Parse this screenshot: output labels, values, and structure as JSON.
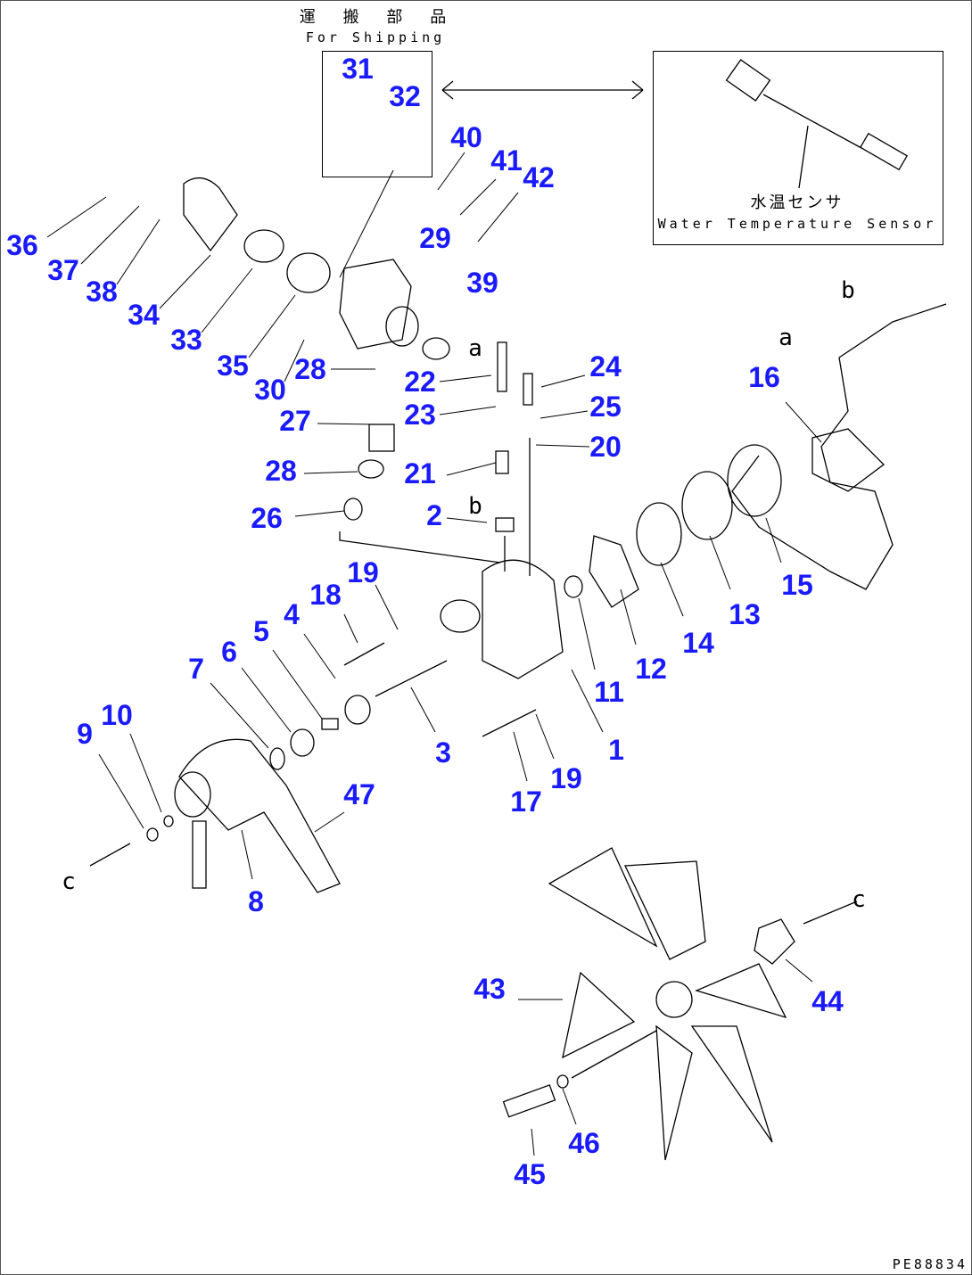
{
  "shipping_caption": {
    "jp": "運 搬 部 品",
    "en": "For Shipping"
  },
  "sensor_caption": {
    "jp": "水温センサ",
    "en": "Water Temperature Sensor"
  },
  "drawing_code": "PE88834",
  "callouts": [
    "31",
    "32",
    "40",
    "41",
    "42",
    "29",
    "39",
    "36",
    "37",
    "38",
    "34",
    "33",
    "35",
    "30",
    "28",
    "22",
    "23",
    "27",
    "24",
    "25",
    "20",
    "21",
    "28",
    "26",
    "2",
    "16",
    "19",
    "18",
    "4",
    "5",
    "6",
    "7",
    "10",
    "9",
    "3",
    "11",
    "12",
    "14",
    "13",
    "15",
    "1",
    "19",
    "17",
    "47",
    "8",
    "43",
    "44",
    "46",
    "45"
  ],
  "view_letters": [
    "a",
    "b",
    "b",
    "a",
    "c",
    "c"
  ]
}
